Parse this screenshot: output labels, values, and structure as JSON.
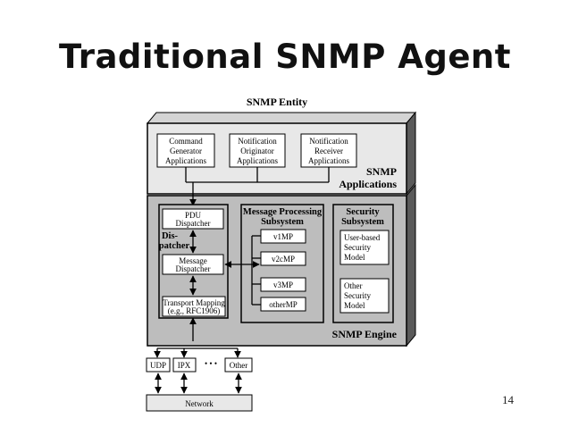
{
  "title": "Traditional SNMP Agent",
  "page_number": "14",
  "diagram": {
    "entity_label": "SNMP Entity",
    "applications": {
      "label_line1": "SNMP",
      "label_line2": "Applications",
      "items": [
        [
          "Command",
          "Generator",
          "Applications"
        ],
        [
          "Notification",
          "Originator",
          "Applications"
        ],
        [
          "Notification",
          "Receiver",
          "Applications"
        ]
      ]
    },
    "engine": {
      "label": "SNMP Engine",
      "dispatcher": {
        "label_line1": "Dis-",
        "label_line2": "patcher",
        "pdu": [
          "PDU",
          "Dispatcher"
        ],
        "message": [
          "Message",
          "Dispatcher"
        ],
        "transport": [
          "Transport Mapping",
          "(e.g., RFC1906)"
        ]
      },
      "mp_subsystem": {
        "label_line1": "Message Processing",
        "label_line2": "Subsystem",
        "models": [
          "v1MP",
          "v2cMP",
          "v3MP",
          "otherMP"
        ]
      },
      "security_subsystem": {
        "label_line1": "Security",
        "label_line2": "Subsystem",
        "usm": [
          "User-based",
          "Security",
          "Model"
        ],
        "other": [
          "Other",
          "Security",
          "Model"
        ]
      }
    },
    "transports": [
      "UDP",
      "IPX",
      "• • •",
      "Other"
    ],
    "network_label": "Network"
  },
  "colors": {
    "entity_fill": "#e8e8e8",
    "engine_fill": "#bdbdbd",
    "shadow": "#5a5a5a",
    "box_fill": "#ffffff"
  }
}
